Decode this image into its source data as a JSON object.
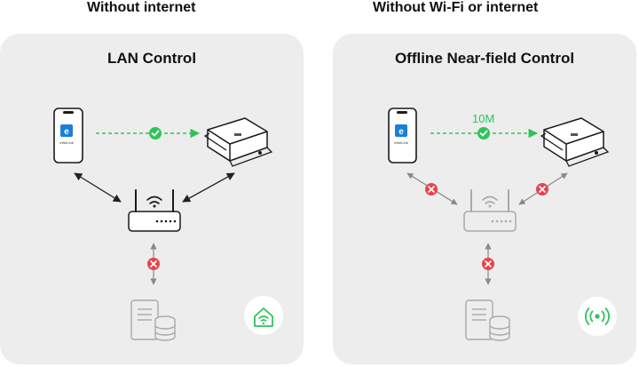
{
  "headings": {
    "left": "Without internet",
    "right": "Without Wi-Fi or internet"
  },
  "panels": {
    "left": {
      "title": "LAN Control"
    },
    "right": {
      "title": "Offline Near-field Control",
      "distance_label": "10M"
    }
  },
  "app_label": "eWeLink",
  "colors": {
    "ok": "#2fc35a",
    "blocked": "#e8434c",
    "panel_bg": "#ededed",
    "faded": "#a9a9a9"
  },
  "icons": {
    "left_badge": "home-wifi-icon",
    "right_badge": "wireless-broadcast-icon"
  }
}
